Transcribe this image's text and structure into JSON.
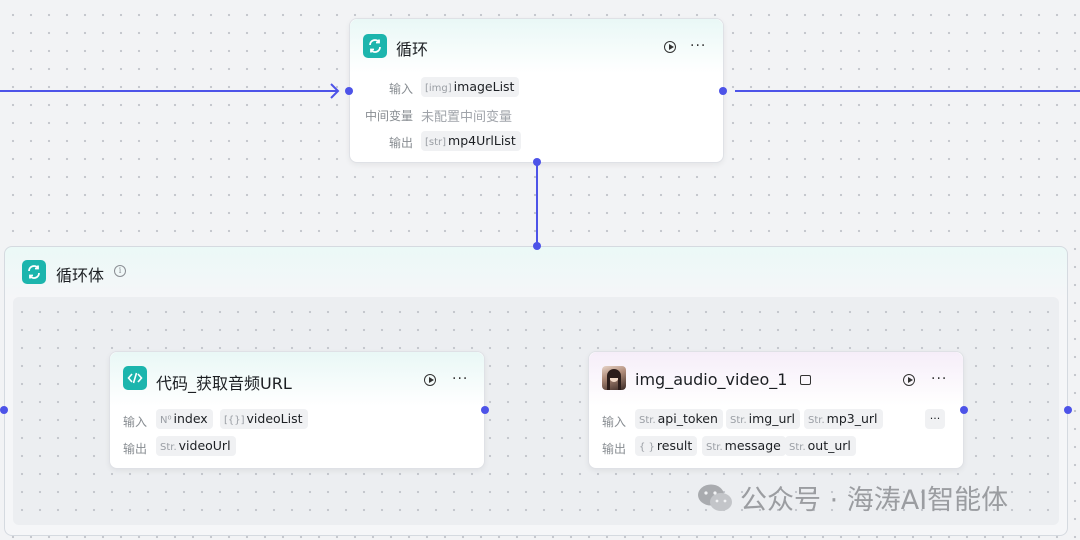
{
  "loop_node": {
    "title": "循环",
    "input_label": "输入",
    "input_value": "imageList",
    "var_label": "中间变量",
    "var_value": "未配置中间变量",
    "output_label": "输出",
    "output_value": "mp4UrlList"
  },
  "loop_body": {
    "title": "循环体"
  },
  "code_node": {
    "title": "代码_获取音频URL",
    "input_label": "输入",
    "inputs": [
      {
        "type": "N⁰",
        "name": "index"
      },
      {
        "type": "[{}]",
        "name": "videoList"
      }
    ],
    "output_label": "输出",
    "outputs": [
      {
        "type": "Str.",
        "name": "videoUrl"
      }
    ]
  },
  "plugin_node": {
    "title": "img_audio_video_1",
    "input_label": "输入",
    "inputs": [
      {
        "type": "Str.",
        "name": "api_token"
      },
      {
        "type": "Str.",
        "name": "img_url"
      },
      {
        "type": "Str.",
        "name": "mp3_url"
      }
    ],
    "more_label": "···",
    "output_label": "输出",
    "outputs": [
      {
        "type": "{ }",
        "name": "result"
      },
      {
        "type": "Str.",
        "name": "message"
      },
      {
        "type": "Str.",
        "name": "out_url"
      }
    ]
  },
  "watermark": {
    "text": "公众号 · 海涛AI智能体"
  },
  "colors": {
    "edge": "#4d53e8",
    "node_icon": "#1cb5ad"
  }
}
